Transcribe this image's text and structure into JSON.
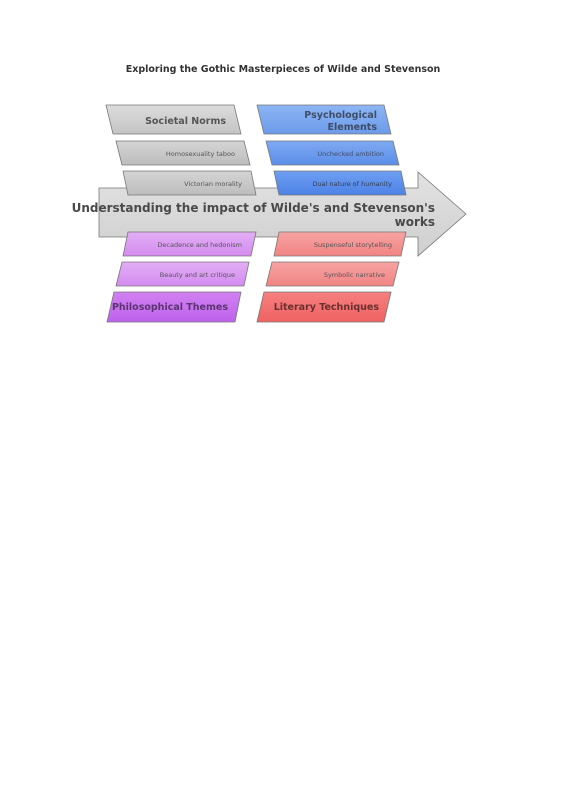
{
  "title": "Exploring the Gothic Masterpieces of Wilde and Stevenson",
  "spine": {
    "label_line1": "Understanding the impact of Wilde's and Stevenson's",
    "label_line2": "works"
  },
  "categories": [
    {
      "name": "Societal Norms",
      "color": "#c8c8c8",
      "header_color": "#d0d0d0",
      "items": [
        "Homosexuality taboo",
        "Victorian morality"
      ]
    },
    {
      "name_line1": "Psychological",
      "name_line2": "Elements",
      "color": "#5b95f0",
      "header_color": "#7eaaf2",
      "items": [
        "Unchecked ambition",
        "Dual nature of humanity"
      ]
    },
    {
      "name": "Philosophical Themes",
      "color": "#d58ef0",
      "header_color": "#c66ff0",
      "items": [
        "Decadence and hedonism",
        "Beauty and art critique"
      ]
    },
    {
      "name": "Literary Techniques",
      "color": "#f59090",
      "header_color": "#f77070",
      "items": [
        "Suspenseful storytelling",
        "Symbolic narrative"
      ]
    }
  ],
  "colors": {
    "spine": "#d9d9d9",
    "text_dark": "#4a4a4a",
    "text_light": "#555555"
  }
}
